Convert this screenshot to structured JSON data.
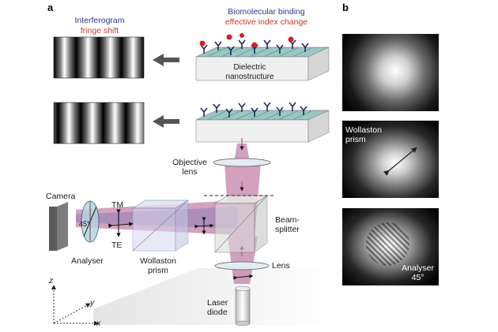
{
  "panels": {
    "a": "a",
    "b": "b"
  },
  "labels": {
    "interferogram": "Interferogram",
    "fringe_shift": "fringe shift",
    "biomolecular_binding": "Biomolecular binding",
    "effective_index_change": "effective index change",
    "dielectric": "Dielectric",
    "nanostructure": "nanostructure",
    "objective": "Objective",
    "lens_word": "lens",
    "camera": "Camera",
    "tm": "TM",
    "te": "TE",
    "angle": "45°",
    "analyser": "Analyser",
    "wollaston": "Wollaston",
    "prism": "prism",
    "beam": "Beam-",
    "splitter": "splitter",
    "lens": "Lens",
    "laser": "Laser",
    "diode": "diode",
    "z": "z",
    "y": "y",
    "x": "x"
  },
  "panel_b": {
    "wollaston": "Wollaston",
    "prism": "prism",
    "analyser": "Analyser",
    "angle": "45°"
  },
  "colors": {
    "beam": "#b0548a",
    "text_blue": "#2b3a8c",
    "text_red": "#c0392b",
    "substrate_top": "#9cc6c2",
    "arrow_gray": "#555555"
  }
}
